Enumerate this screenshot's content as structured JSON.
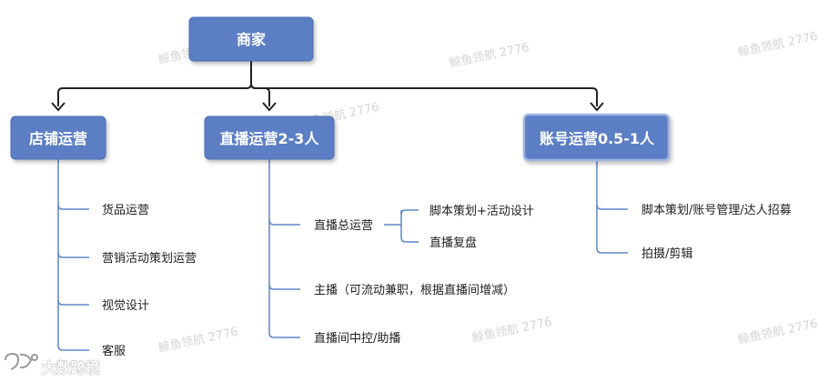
{
  "root": {
    "label": "商家"
  },
  "branches": [
    {
      "label": "店铺运营",
      "children": [
        "货品运营",
        "营销活动策划运营",
        "视觉设计",
        "客服"
      ]
    },
    {
      "label": "直播运营2-3人",
      "children": [
        "直播总运营",
        "主播（可流动兼职，根据直播间增减）",
        "直播间中控/助播"
      ],
      "sub": {
        "parent": "直播总运营",
        "children": [
          "脚本策划+活动设计",
          "直播复盘"
        ]
      }
    },
    {
      "label": "账号运营0.5-1人",
      "children": [
        "脚本策划/账号管理/达人招募",
        "拍摄/剪辑"
      ]
    }
  ],
  "watermark": "鲸鱼领航 2776",
  "logo": "大数跨境",
  "colors": {
    "box_fill": "#5b7ec4",
    "box_stroke": "#4a6db3",
    "highlight_stroke": "#9fb4e0",
    "line_blue": "#5f86c9",
    "line_dark": "#222222"
  }
}
